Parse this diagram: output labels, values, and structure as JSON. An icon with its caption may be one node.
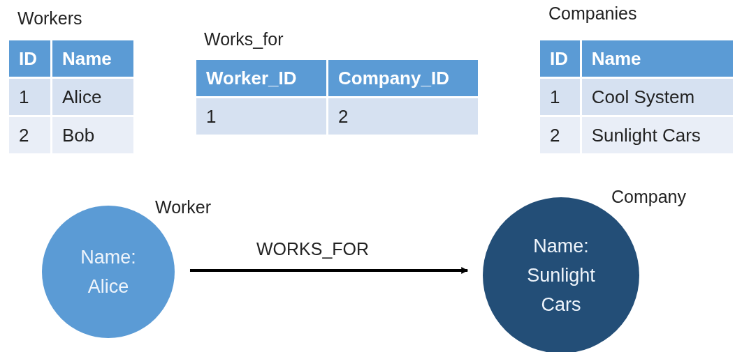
{
  "diagram": {
    "nodes": [
      {
        "text": [
          "Name: Alice"
        ],
        "beside": [
          "Worker"
        ]
      },
      {
        "text": [
          "Name: Sunlight Cars"
        ],
        "beside": [
          "Company"
        ]
      }
    ],
    "edges": [
      {
        "from": 0,
        "to": 1,
        "arrow": "to",
        "label": "WORKS_FOR"
      }
    ],
    "labels": [
      "Workers",
      "ID",
      "Name",
      "1",
      "Alice",
      "2",
      "Bob",
      "Works_for",
      "Worker_ID",
      "Company_ID",
      "1",
      "2",
      "Companies",
      "ID",
      "Name",
      "1",
      "Cool System",
      "2",
      "Sunlight Cars"
    ]
  }
}
